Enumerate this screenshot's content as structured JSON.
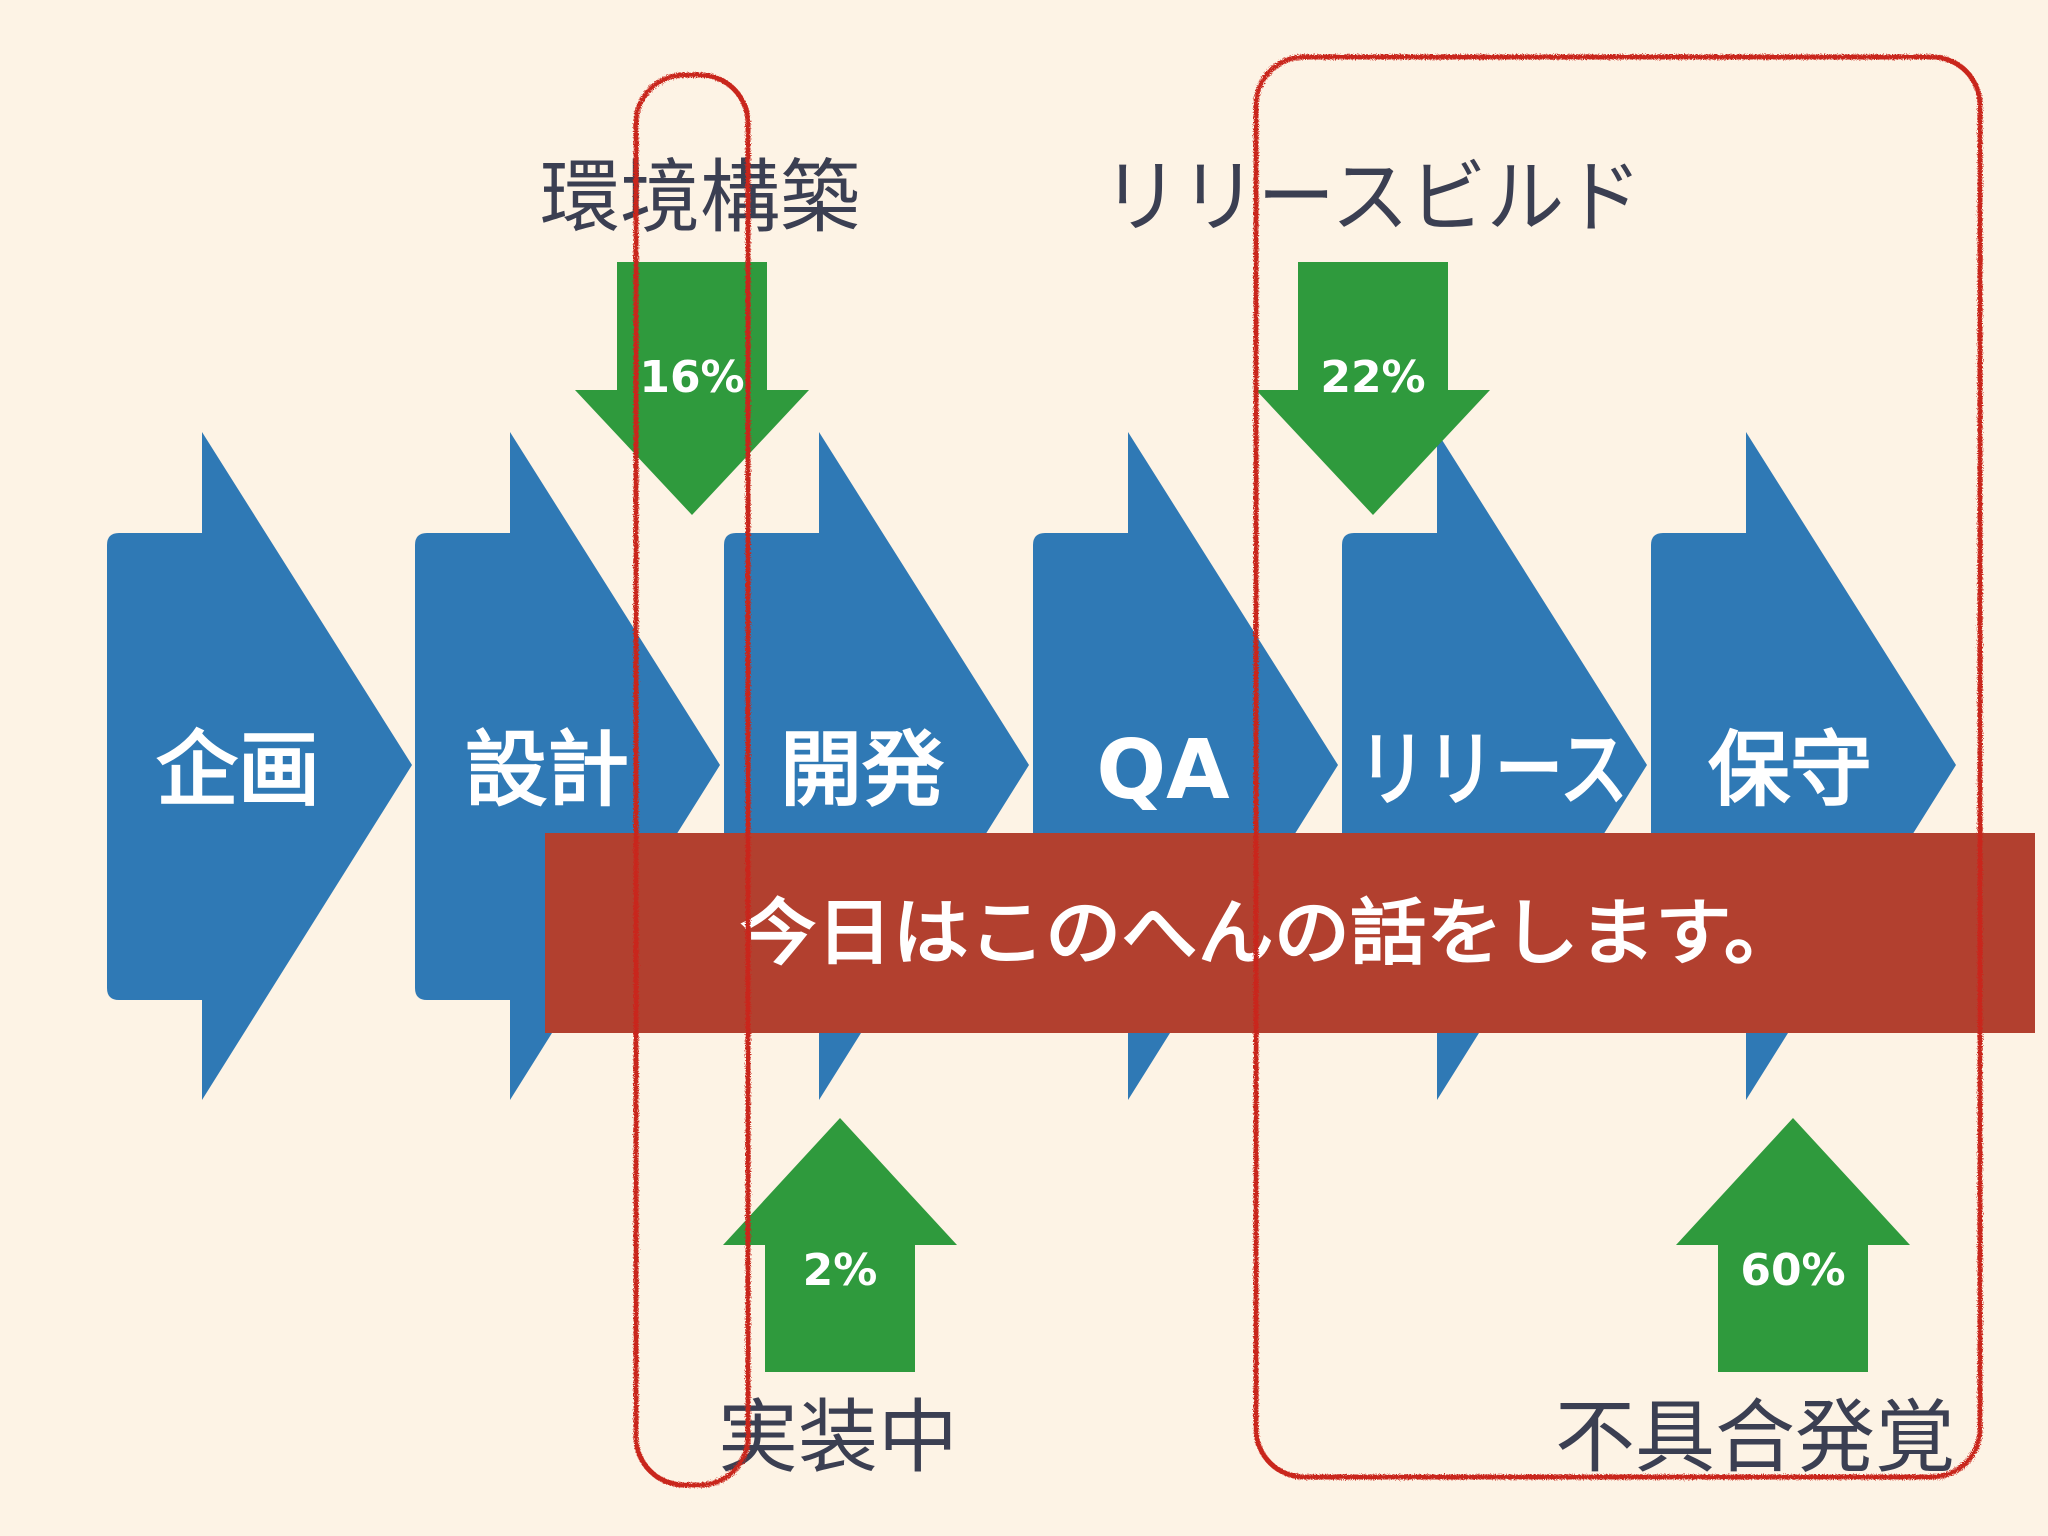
{
  "colors": {
    "background": "#fdf3e5",
    "stage_arrow": "#2f79b5",
    "impact_arrow": "#2f9a3d",
    "banner": "#b2402f",
    "highlight_outline": "#c9271c",
    "caption_text": "#3b3f52"
  },
  "stages": [
    {
      "label": "企画"
    },
    {
      "label": "設計"
    },
    {
      "label": "開発"
    },
    {
      "label": "QA"
    },
    {
      "label": "リリース"
    },
    {
      "label": "保守"
    }
  ],
  "impacts": [
    {
      "percent": "16%",
      "caption": "環境構築",
      "direction": "down"
    },
    {
      "percent": "22%",
      "caption": "リリースビルド",
      "direction": "down"
    },
    {
      "percent": "2%",
      "caption": "実装中",
      "direction": "up"
    },
    {
      "percent": "60%",
      "caption": "不具合発覚",
      "direction": "up"
    }
  ],
  "banner": {
    "text": "今日はこのへんの話をします。"
  }
}
